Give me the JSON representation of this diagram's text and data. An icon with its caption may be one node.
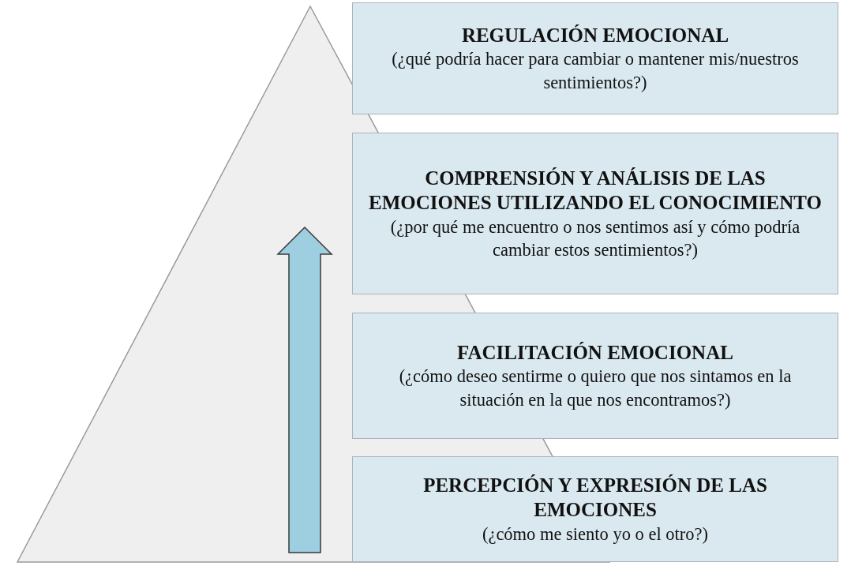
{
  "diagram": {
    "nodes": [
      {
        "text": [
          "REGULACIÓN EMOCIONAL",
          "(¿qué podría hacer para cambiar o mantener mis/nuestros sentimientos?)"
        ]
      },
      {
        "text": [
          "COMPRENSIÓN Y ANÁLISIS DE LAS EMOCIONES UTILIZANDO EL CONOCIMIENTO",
          "(¿por qué me encuentro o nos sentimos así y cómo podría cambiar estos sentimientos?)"
        ]
      },
      {
        "text": [
          "FACILITACIÓN EMOCIONAL",
          "(¿cómo deseo sentirme o quiero que nos sintamos en la situación en la que nos encontramos?)"
        ]
      },
      {
        "text": [
          "PERCEPCIÓN Y EXPRESIÓN DE LAS EMOCIONES",
          "(¿cómo me siento yo o el otro?)"
        ]
      }
    ]
  }
}
